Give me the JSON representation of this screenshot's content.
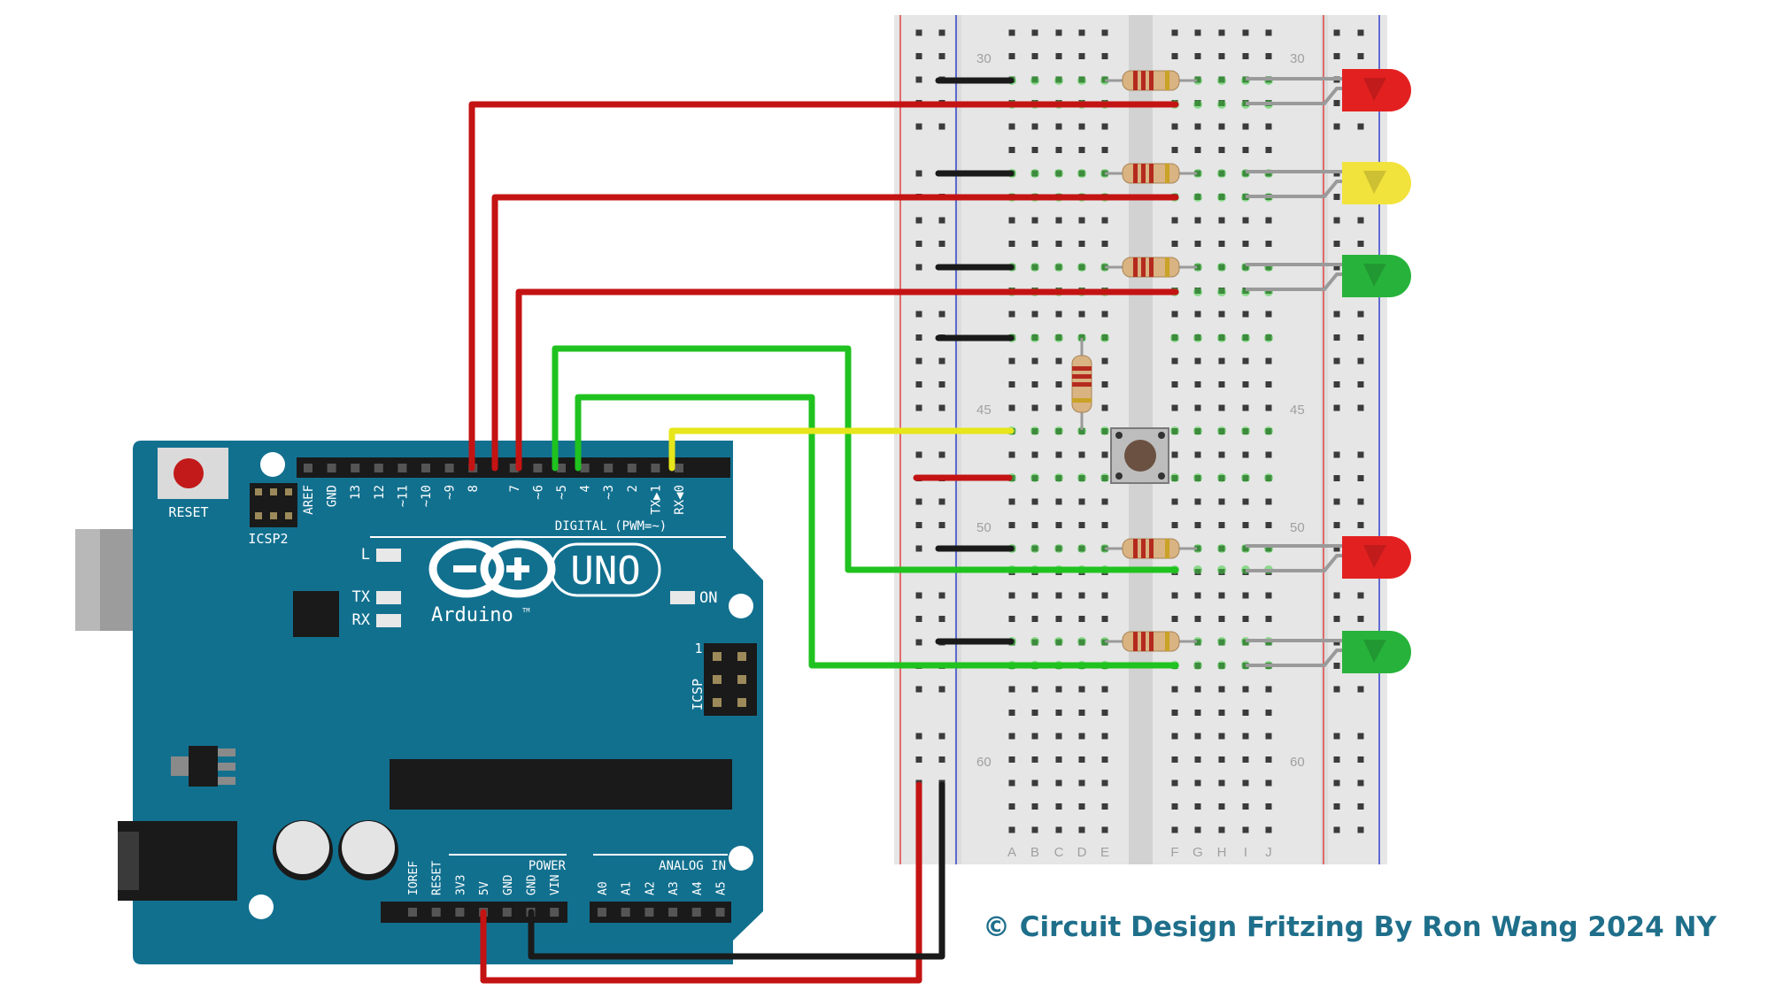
{
  "board": {
    "reset_label": "RESET",
    "icsp2_label": "ICSP2",
    "icsp_label": "ICSP",
    "icsp_pin1": "1",
    "brand": "Arduino",
    "tm": "TM",
    "model": "UNO",
    "led_l": "L",
    "led_tx": "TX",
    "led_rx": "RX",
    "led_on": "ON",
    "digital_title": "DIGITAL (PWM=~)",
    "digital_pins": [
      "AREF",
      "GND",
      "13",
      "12",
      "~11",
      "~10",
      "~9",
      "8",
      "7",
      "~6",
      "~5",
      "4",
      "~3",
      "2",
      "TX▶1",
      "RX◀0"
    ],
    "power_title": "POWER",
    "power_pins": [
      "IOREF",
      "RESET",
      "3V3",
      "5V",
      "GND",
      "GND",
      "VIN"
    ],
    "analog_title": "ANALOG IN",
    "analog_pins": [
      "A0",
      "A1",
      "A2",
      "A3",
      "A4",
      "A5"
    ]
  },
  "breadboard": {
    "row_numbers": [
      "30",
      "45",
      "50",
      "60"
    ],
    "column_letters": [
      "A",
      "B",
      "C",
      "D",
      "E",
      "F",
      "G",
      "H",
      "I",
      "J"
    ]
  },
  "components": {
    "leds": [
      {
        "color": "red",
        "hex": "#e32020"
      },
      {
        "color": "yellow",
        "hex": "#f2e23c"
      },
      {
        "color": "green",
        "hex": "#27b33b"
      },
      {
        "color": "red",
        "hex": "#e32020"
      },
      {
        "color": "green",
        "hex": "#27b33b"
      }
    ],
    "resistor_count": 6,
    "pushbutton_count": 1
  },
  "colors": {
    "board": "#12708f",
    "wire_red": "#c41313",
    "wire_green": "#1fc21f",
    "wire_yellow": "#e6e61a",
    "wire_black": "#1a1a1a"
  },
  "credit": "© Circuit Design Fritzing  By Ron Wang 2024 NY"
}
